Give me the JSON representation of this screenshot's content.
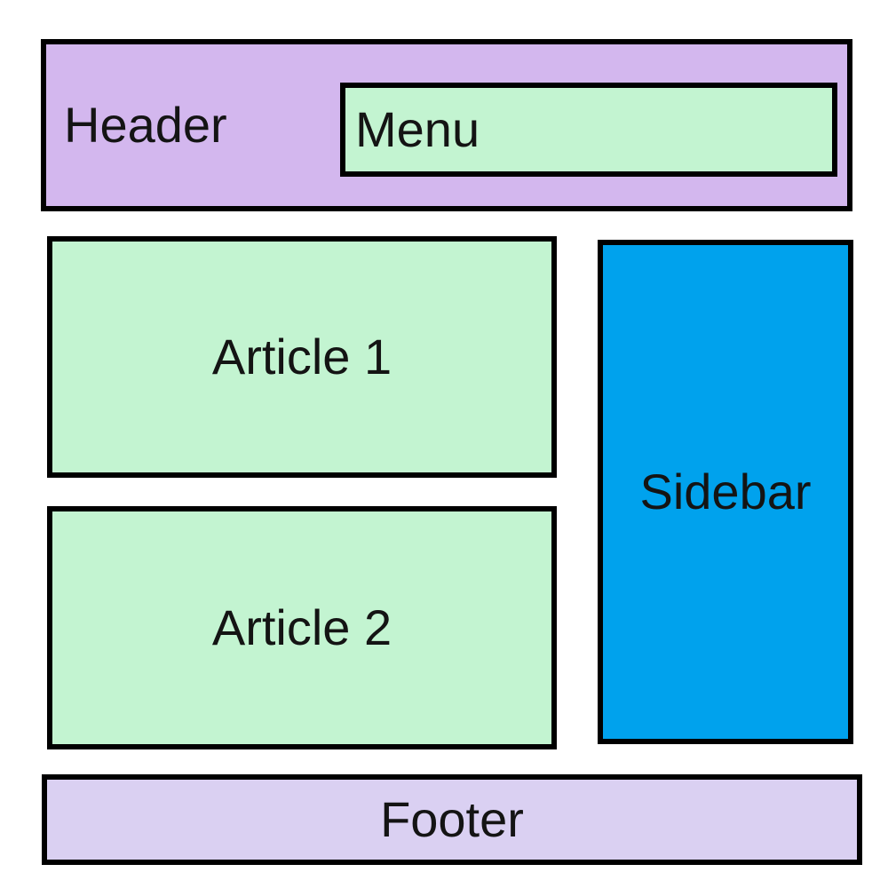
{
  "diagram": {
    "header": {
      "label": "Header"
    },
    "menu": {
      "label": "Menu"
    },
    "articles": [
      {
        "label": "Article 1"
      },
      {
        "label": "Article 2"
      }
    ],
    "sidebar": {
      "label": "Sidebar"
    },
    "footer": {
      "label": "Footer"
    }
  },
  "colors": {
    "header-bg": "#d3b7ee",
    "menu-bg": "#c3f4d1",
    "article-bg": "#c3f4d1",
    "sidebar-bg": "#00a2ed",
    "footer-bg": "#dad0f2",
    "border": "#000000",
    "text": "#141414",
    "page-bg": "#ffffff"
  }
}
